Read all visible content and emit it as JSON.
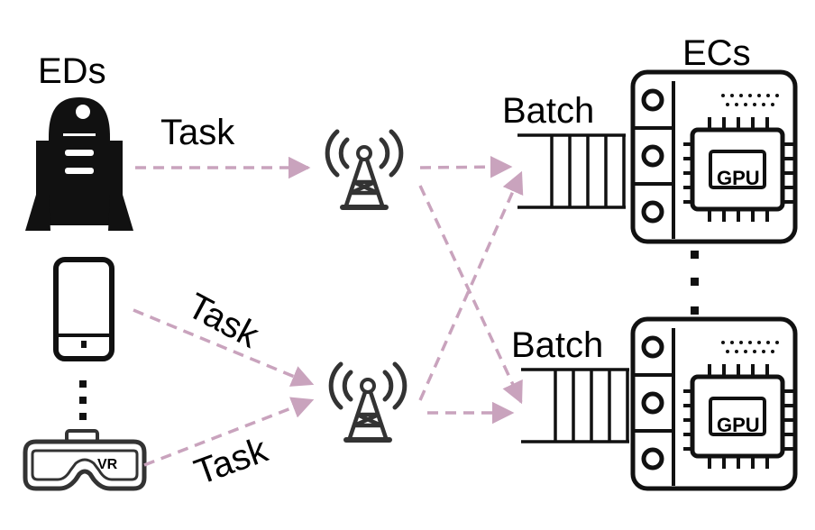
{
  "diagram": {
    "eds_label": "EDs",
    "ecs_label": "ECs",
    "task_label_1": "Task",
    "task_label_2": "Task",
    "task_label_3": "Task",
    "batch_label_1": "Batch",
    "batch_label_2": "Batch",
    "gpu_label_1": "GPU",
    "gpu_label_2": "GPU",
    "vr_label": "VR",
    "devices": [
      "robot-icon",
      "smartphone-icon",
      "vr-headset-icon"
    ],
    "towers": [
      "cell-tower-icon",
      "cell-tower-icon"
    ],
    "servers": [
      "edge-server-icon",
      "edge-server-icon"
    ],
    "colors": {
      "arrow": "#c9a3bd",
      "icon": "#1a1a1a"
    }
  }
}
